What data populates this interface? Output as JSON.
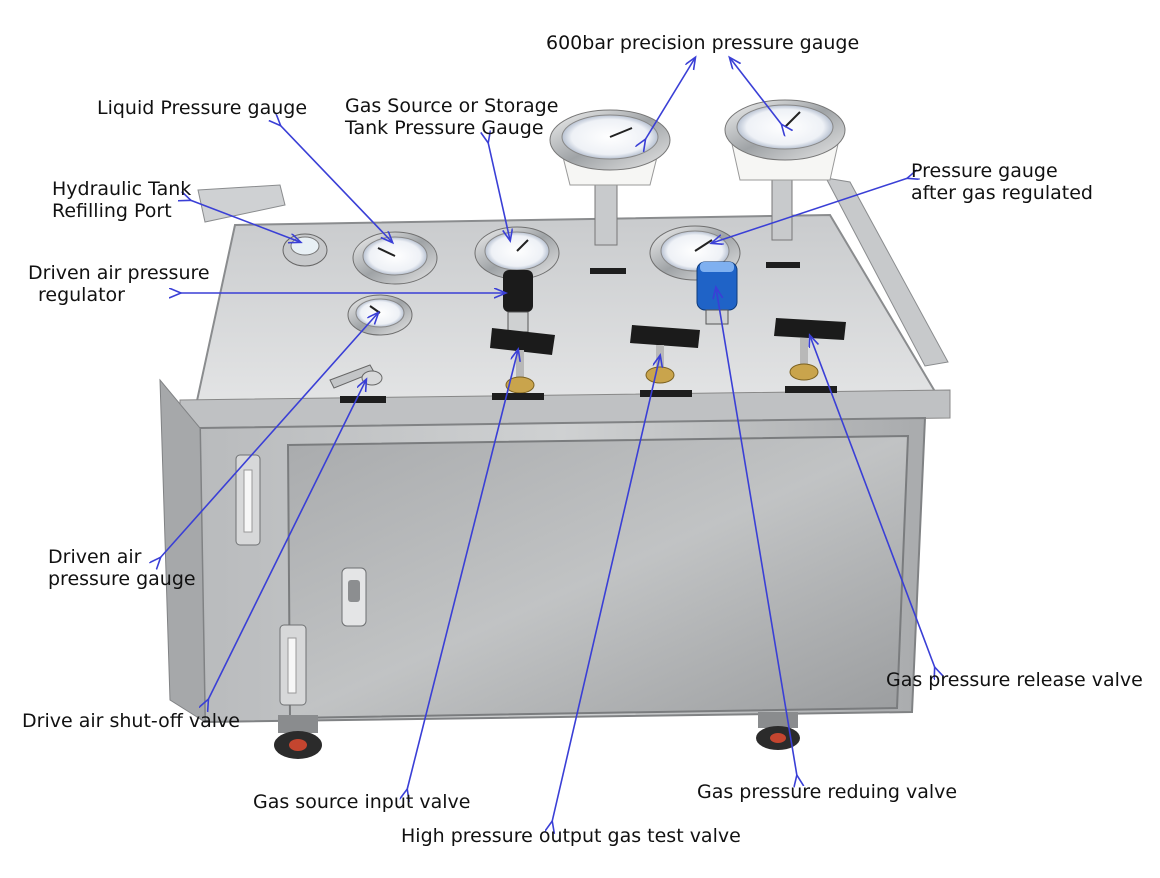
{
  "labels": {
    "precision_gauge": "600bar precision pressure gauge",
    "liquid_gauge": "Liquid Pressure gauge",
    "gas_source_gauge_l1": "Gas Source or Storage",
    "gas_source_gauge_l2": "Tank Pressure Gauge",
    "hydraulic_port_l1": "Hydraulic Tank",
    "hydraulic_port_l2": "Refilling Port",
    "after_regulated_l1": "Pressure gauge",
    "after_regulated_l2": "after gas regulated",
    "air_regulator_l1": "Driven air pressure",
    "air_regulator_l2": "regulator",
    "air_gauge_l1": "Driven air",
    "air_gauge_l2": "pressure gauge",
    "air_shutoff": "Drive air shut-off valve",
    "release_valve": "Gas pressure release valve",
    "input_valve": "Gas source input valve",
    "reducing_valve": "Gas pressure reduing valve",
    "test_valve": "High pressure output gas test valve"
  },
  "colors": {
    "arrow": "#3a3fd6",
    "steel_light": "#d9dadb",
    "steel_mid": "#b4b6b8",
    "steel_dark": "#8d9092",
    "knob_blue": "#1f63c7",
    "handle": "#1b1b1b"
  }
}
